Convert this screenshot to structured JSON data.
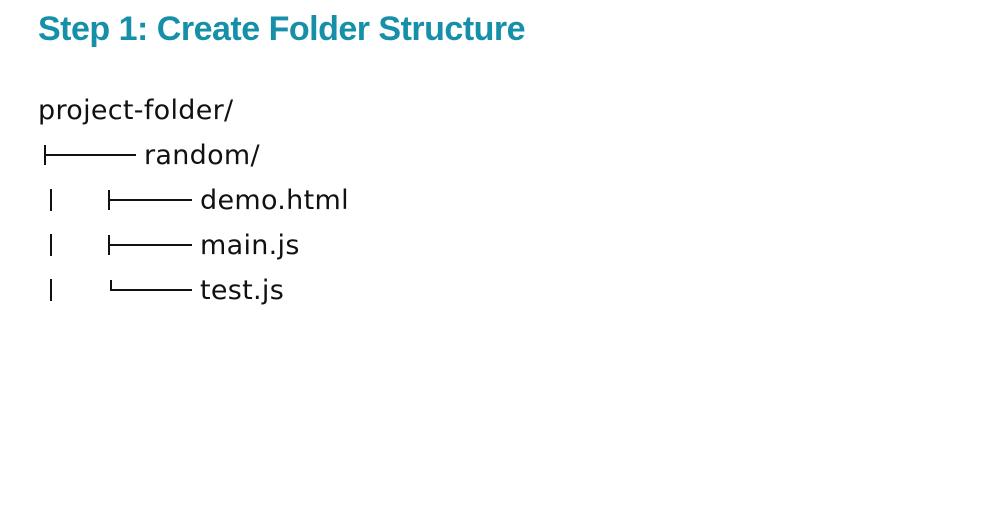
{
  "slide": {
    "title": "Step 1: Create Folder Structure",
    "title_color": "#1590a8"
  },
  "tree": {
    "root": "project-folder/",
    "folder": "random/",
    "files": [
      "demo.html",
      "main.js",
      "test.js"
    ]
  }
}
